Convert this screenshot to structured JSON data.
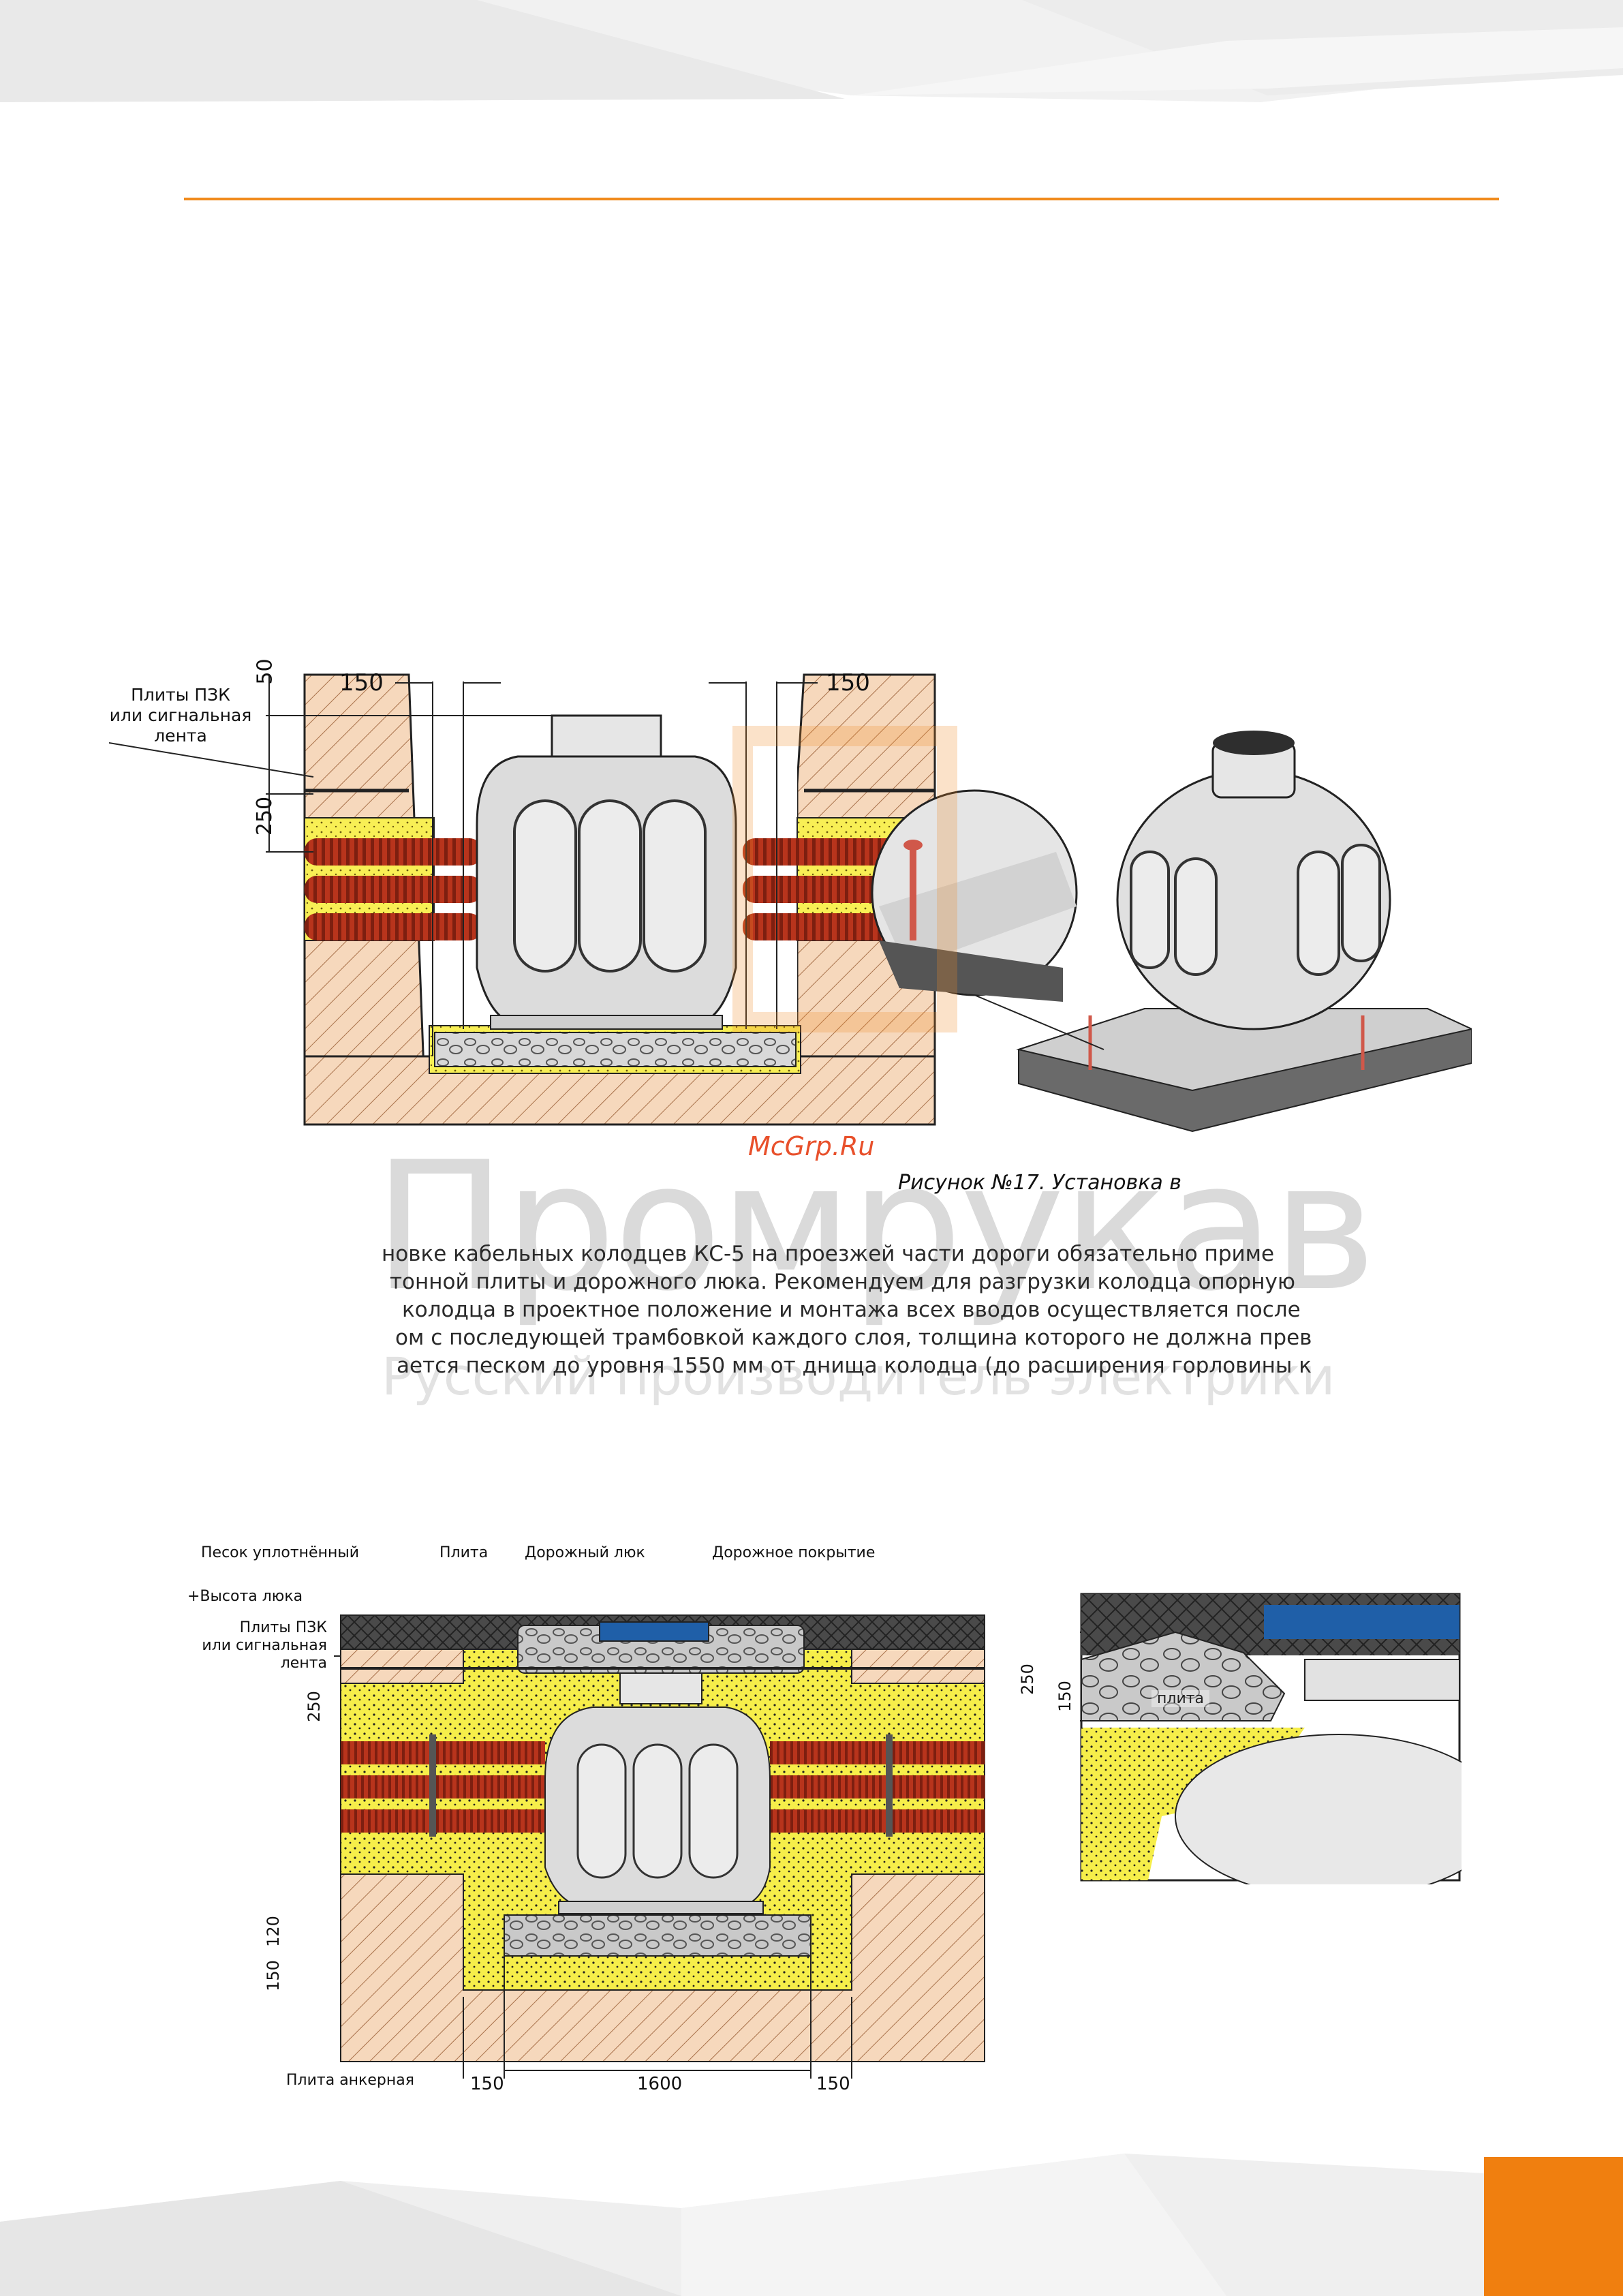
{
  "colors": {
    "accent": "#f08a1c",
    "pipe": "#b8341c",
    "sand": "#f6ee4a",
    "soil": "#f3c9a3",
    "concrete": "#cfcfcf",
    "road": "#3a3a3a",
    "hatch": "#f5dcc4",
    "lid": "#1f5fa8"
  },
  "figure1": {
    "label_plates": "Плиты ПЗК\nили сигнальная\nлента",
    "dim_50": "50",
    "dim_250": "250",
    "dim_150_left": "150",
    "dim_150_right": "150"
  },
  "caption": "Рисунок №17. Установка в",
  "watermark": {
    "title": "Промрукав",
    "subtitle": "Русский производитель электрики",
    "site": "McGrp.Ru"
  },
  "body_lines": [
    "новке кабельных колодцев КС-5 на проезжей части дороги обязательно приме",
    "тонной плиты и дорожного люка. Рекомендуем для разгрузки колодца опорную",
    "колодца в проектное положение и монтажа всех вводов осуществляется после",
    "ом с последующей трамбовкой каждого слоя, толщина которого не должна прев",
    "ается песком до уровня 1550 мм от днища колодца (до расширения горловины к"
  ],
  "figure2": {
    "label_sand": "Песок уплотнённый",
    "label_plate": "Плита",
    "label_road_hatch": "Дорожный люк",
    "label_road_cover": "Дорожное покрытие",
    "label_hatch_height": "+Высота люка",
    "label_plates": "Плиты ПЗК\nили сигнальная лента",
    "label_anchor": "Плита анкерная",
    "dim_250": "250",
    "dim_120": "120",
    "dim_150_v": "150",
    "dim_150_left": "150",
    "dim_1600": "1600",
    "dim_150_right": "150"
  },
  "detail": {
    "dim_250": "250",
    "dim_150": "150",
    "plate_label": "плита"
  }
}
